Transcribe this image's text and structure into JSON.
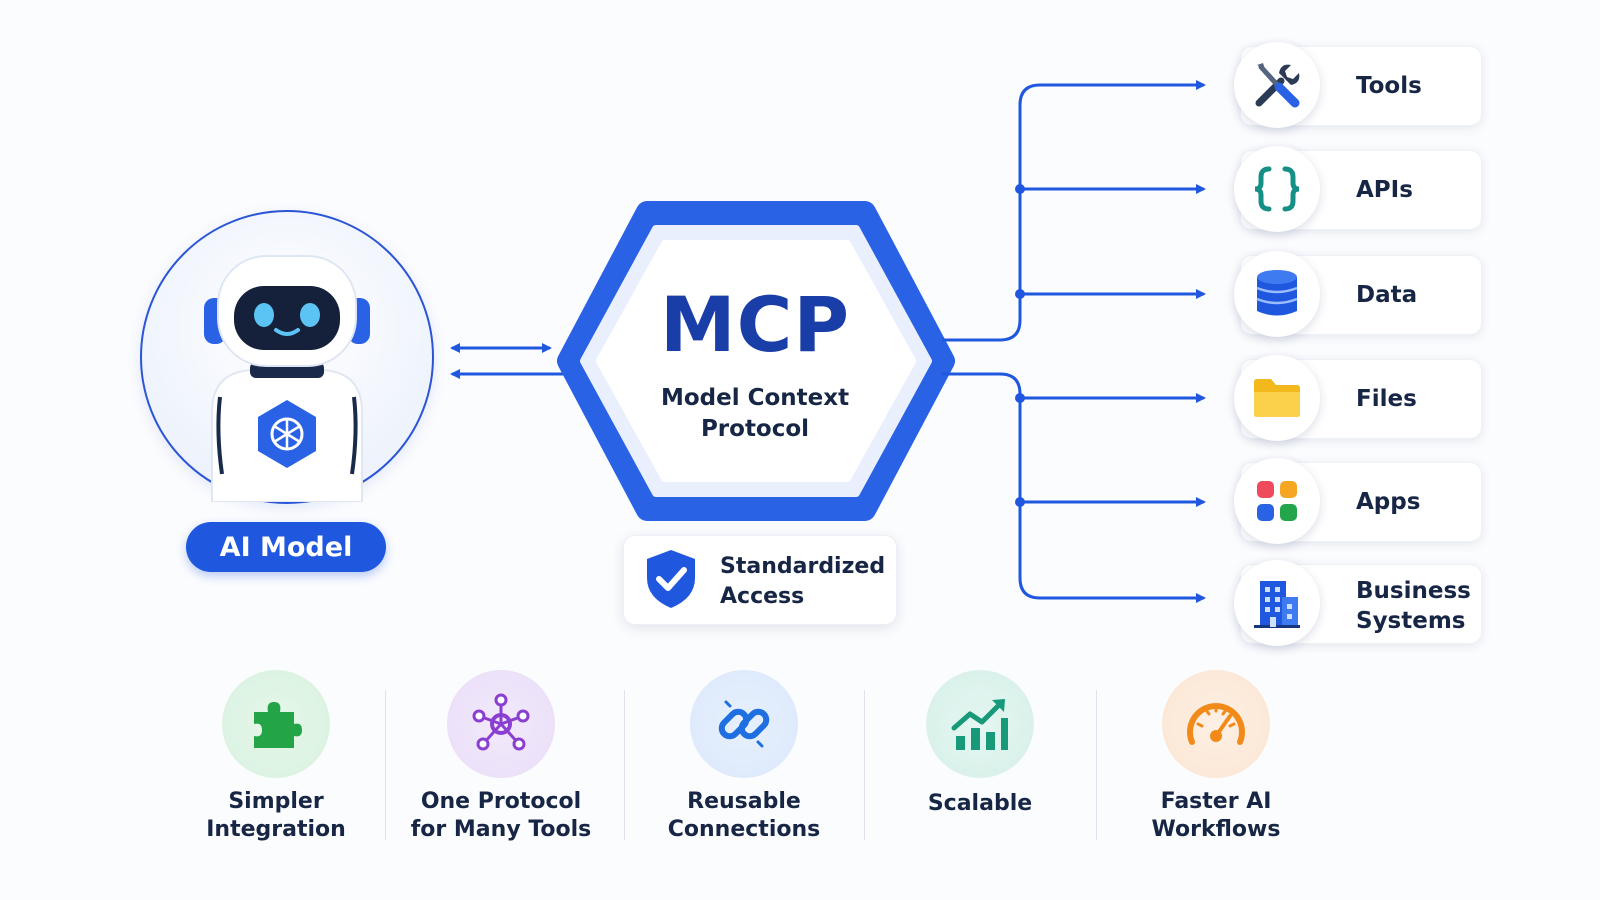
{
  "ai_model": {
    "label": "AI Model"
  },
  "mcp": {
    "title": "MCP",
    "subtitle_line1": "Model Context",
    "subtitle_line2": "Protocol"
  },
  "access": {
    "line1": "Standardized",
    "line2": "Access"
  },
  "resources": [
    {
      "label": "Tools",
      "icon": "wrench-screwdriver-icon"
    },
    {
      "label": "APIs",
      "icon": "curly-braces-icon"
    },
    {
      "label": "Data",
      "icon": "database-icon"
    },
    {
      "label": "Files",
      "icon": "folder-icon"
    },
    {
      "label": "Apps",
      "icon": "app-grid-icon"
    },
    {
      "label": "Business Systems",
      "line1": "Business",
      "line2": "Systems",
      "icon": "building-icon"
    }
  ],
  "benefits": [
    {
      "line1": "Simpler",
      "line2": "Integration",
      "icon": "puzzle-icon"
    },
    {
      "line1": "One Protocol",
      "line2": "for Many Tools",
      "icon": "network-hub-icon"
    },
    {
      "line1": "Reusable",
      "line2": "Connections",
      "icon": "link-icon"
    },
    {
      "line1": "Scalable",
      "line2": "",
      "icon": "growth-chart-icon"
    },
    {
      "line1": "Faster AI",
      "line2": "Workflows",
      "icon": "speedometer-icon"
    }
  ],
  "colors": {
    "primary_blue": "#1f57df",
    "dark_navy": "#172645",
    "mcp_title": "#1a3ea8",
    "puzzle_green": "#22a447",
    "network_purple": "#8a3fd1",
    "link_blue": "#1f6fe0",
    "chart_teal": "#17997a",
    "gauge_orange": "#f28a1a"
  }
}
